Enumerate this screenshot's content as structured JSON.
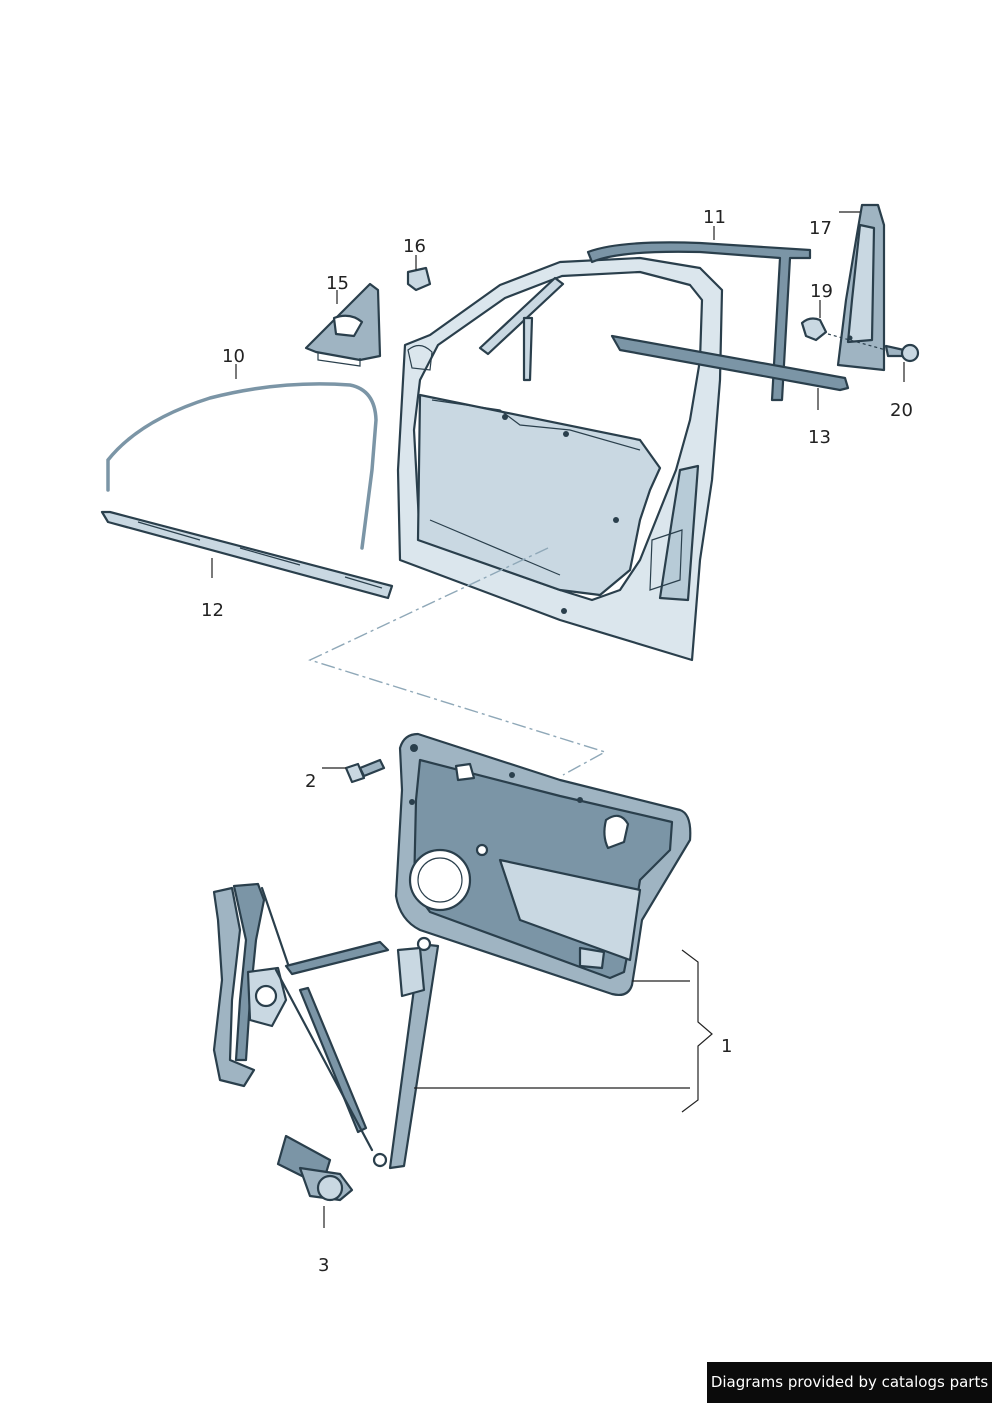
{
  "callouts": {
    "c1": "1",
    "c2": "2",
    "c3": "3",
    "c10": "10",
    "c11": "11",
    "c12": "12",
    "c13": "13",
    "c15": "15",
    "c16": "16",
    "c17": "17",
    "c19": "19",
    "c20": "20"
  },
  "credit": "Diagrams provided by catalogs parts",
  "colors": {
    "part_fill": "#c9d8e2",
    "part_dark": "#7b95a6",
    "outline": "#2a3f4c",
    "leader": "#222222"
  }
}
